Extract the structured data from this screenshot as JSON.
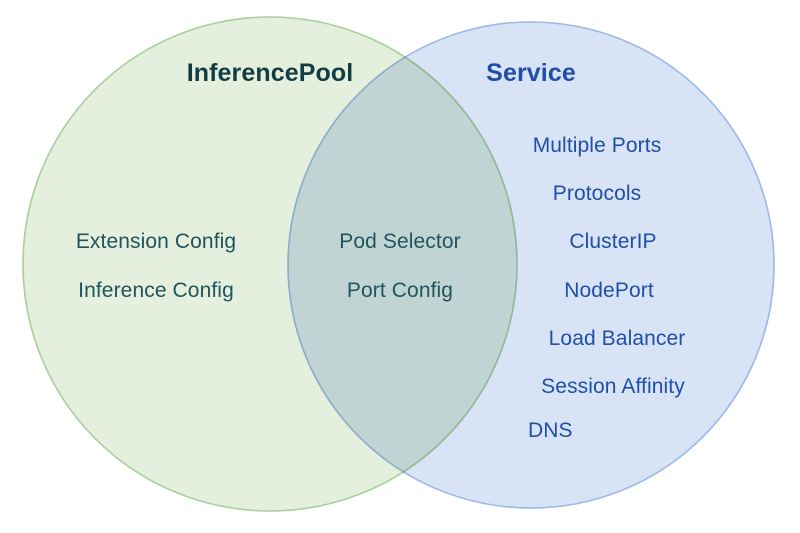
{
  "diagram": {
    "type": "venn",
    "background_color": "#ffffff",
    "left_set": {
      "title": "InferencePool",
      "title_color": "#123d42",
      "fill_color": "#e4efdd",
      "stroke_color": "#a9cf9a",
      "item_color": "#21545c",
      "items": [
        "Extension Config",
        "Inference Config"
      ]
    },
    "right_set": {
      "title": "Service",
      "title_color": "#1f4fa8",
      "fill_color": "#d8e3f5",
      "stroke_color": "#9bb8e8",
      "item_color": "#1f4fa8",
      "items": [
        "Multiple Ports",
        "Protocols",
        "ClusterIP",
        "NodePort",
        "Load Balancer",
        "Session Affinity",
        "DNS"
      ]
    },
    "intersection": {
      "fill_color": "#d6e3da",
      "item_color": "#21545c",
      "items": [
        "Pod Selector",
        "Port Config"
      ]
    }
  }
}
